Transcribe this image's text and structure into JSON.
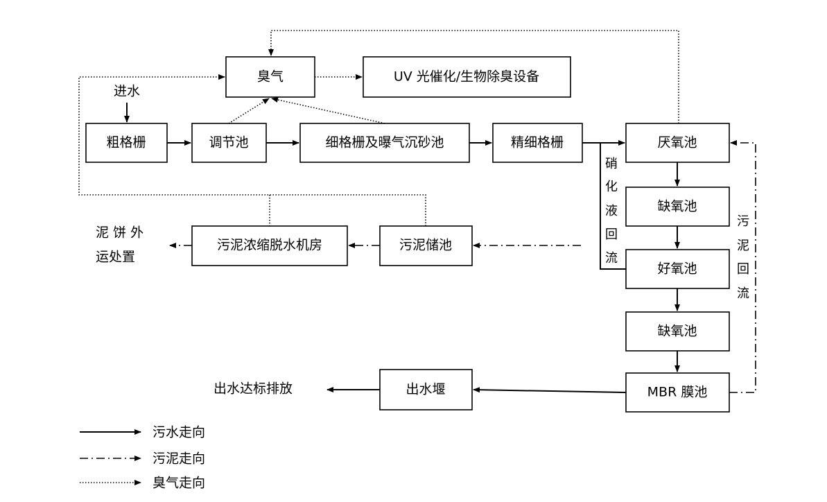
{
  "nodes": {
    "ozone": "臭气",
    "deodorizer": "UV 光催化/生物除臭设备",
    "coarse_grid": "粗格栅",
    "regulating_tank": "调节池",
    "fine_grid_grit": "细格栅及曝气沉砂池",
    "ultra_fine_grid": "精细格栅",
    "anaerobic_tank": "厌氧池",
    "anoxic_tank_1": "缺氧池",
    "aerobic_tank": "好氧池",
    "anoxic_tank_2": "缺氧池",
    "mbr_tank": "MBR 膜池",
    "effluent_weir": "出水堰",
    "sludge_storage": "污泥储池",
    "sludge_dewatering": "污泥浓缩脱水机房"
  },
  "labels": {
    "inflow": "进水",
    "sludge_cake": [
      "泥 饼 外",
      "运处置"
    ],
    "discharge": "出水达标排放",
    "nitrate_return": [
      "硝",
      "化",
      "液",
      "回",
      "流"
    ],
    "sludge_return": [
      "污",
      "泥",
      "回",
      "流"
    ]
  },
  "legend": {
    "sewage": "污水走向",
    "sludge": "污泥走向",
    "odor": "臭气走向"
  }
}
